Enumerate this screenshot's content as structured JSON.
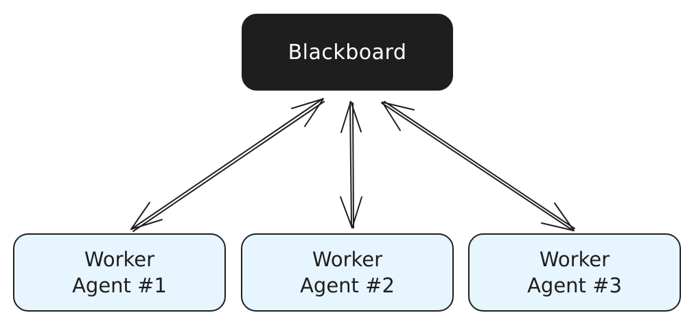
{
  "colors": {
    "blackboard_fill": "#1e1e1e",
    "worker_fill": "#e7f5ff",
    "stroke": "#1e1e1e",
    "blackboard_text": "#ffffff"
  },
  "blackboard": {
    "label": "Blackboard"
  },
  "workers": [
    {
      "label": "Worker\nAgent #1"
    },
    {
      "label": "Worker\nAgent #2"
    },
    {
      "label": "Worker\nAgent #3"
    }
  ],
  "connections": [
    {
      "from": "blackboard",
      "to": "worker-1",
      "direction": "bidirectional"
    },
    {
      "from": "blackboard",
      "to": "worker-2",
      "direction": "bidirectional"
    },
    {
      "from": "blackboard",
      "to": "worker-3",
      "direction": "bidirectional"
    }
  ]
}
